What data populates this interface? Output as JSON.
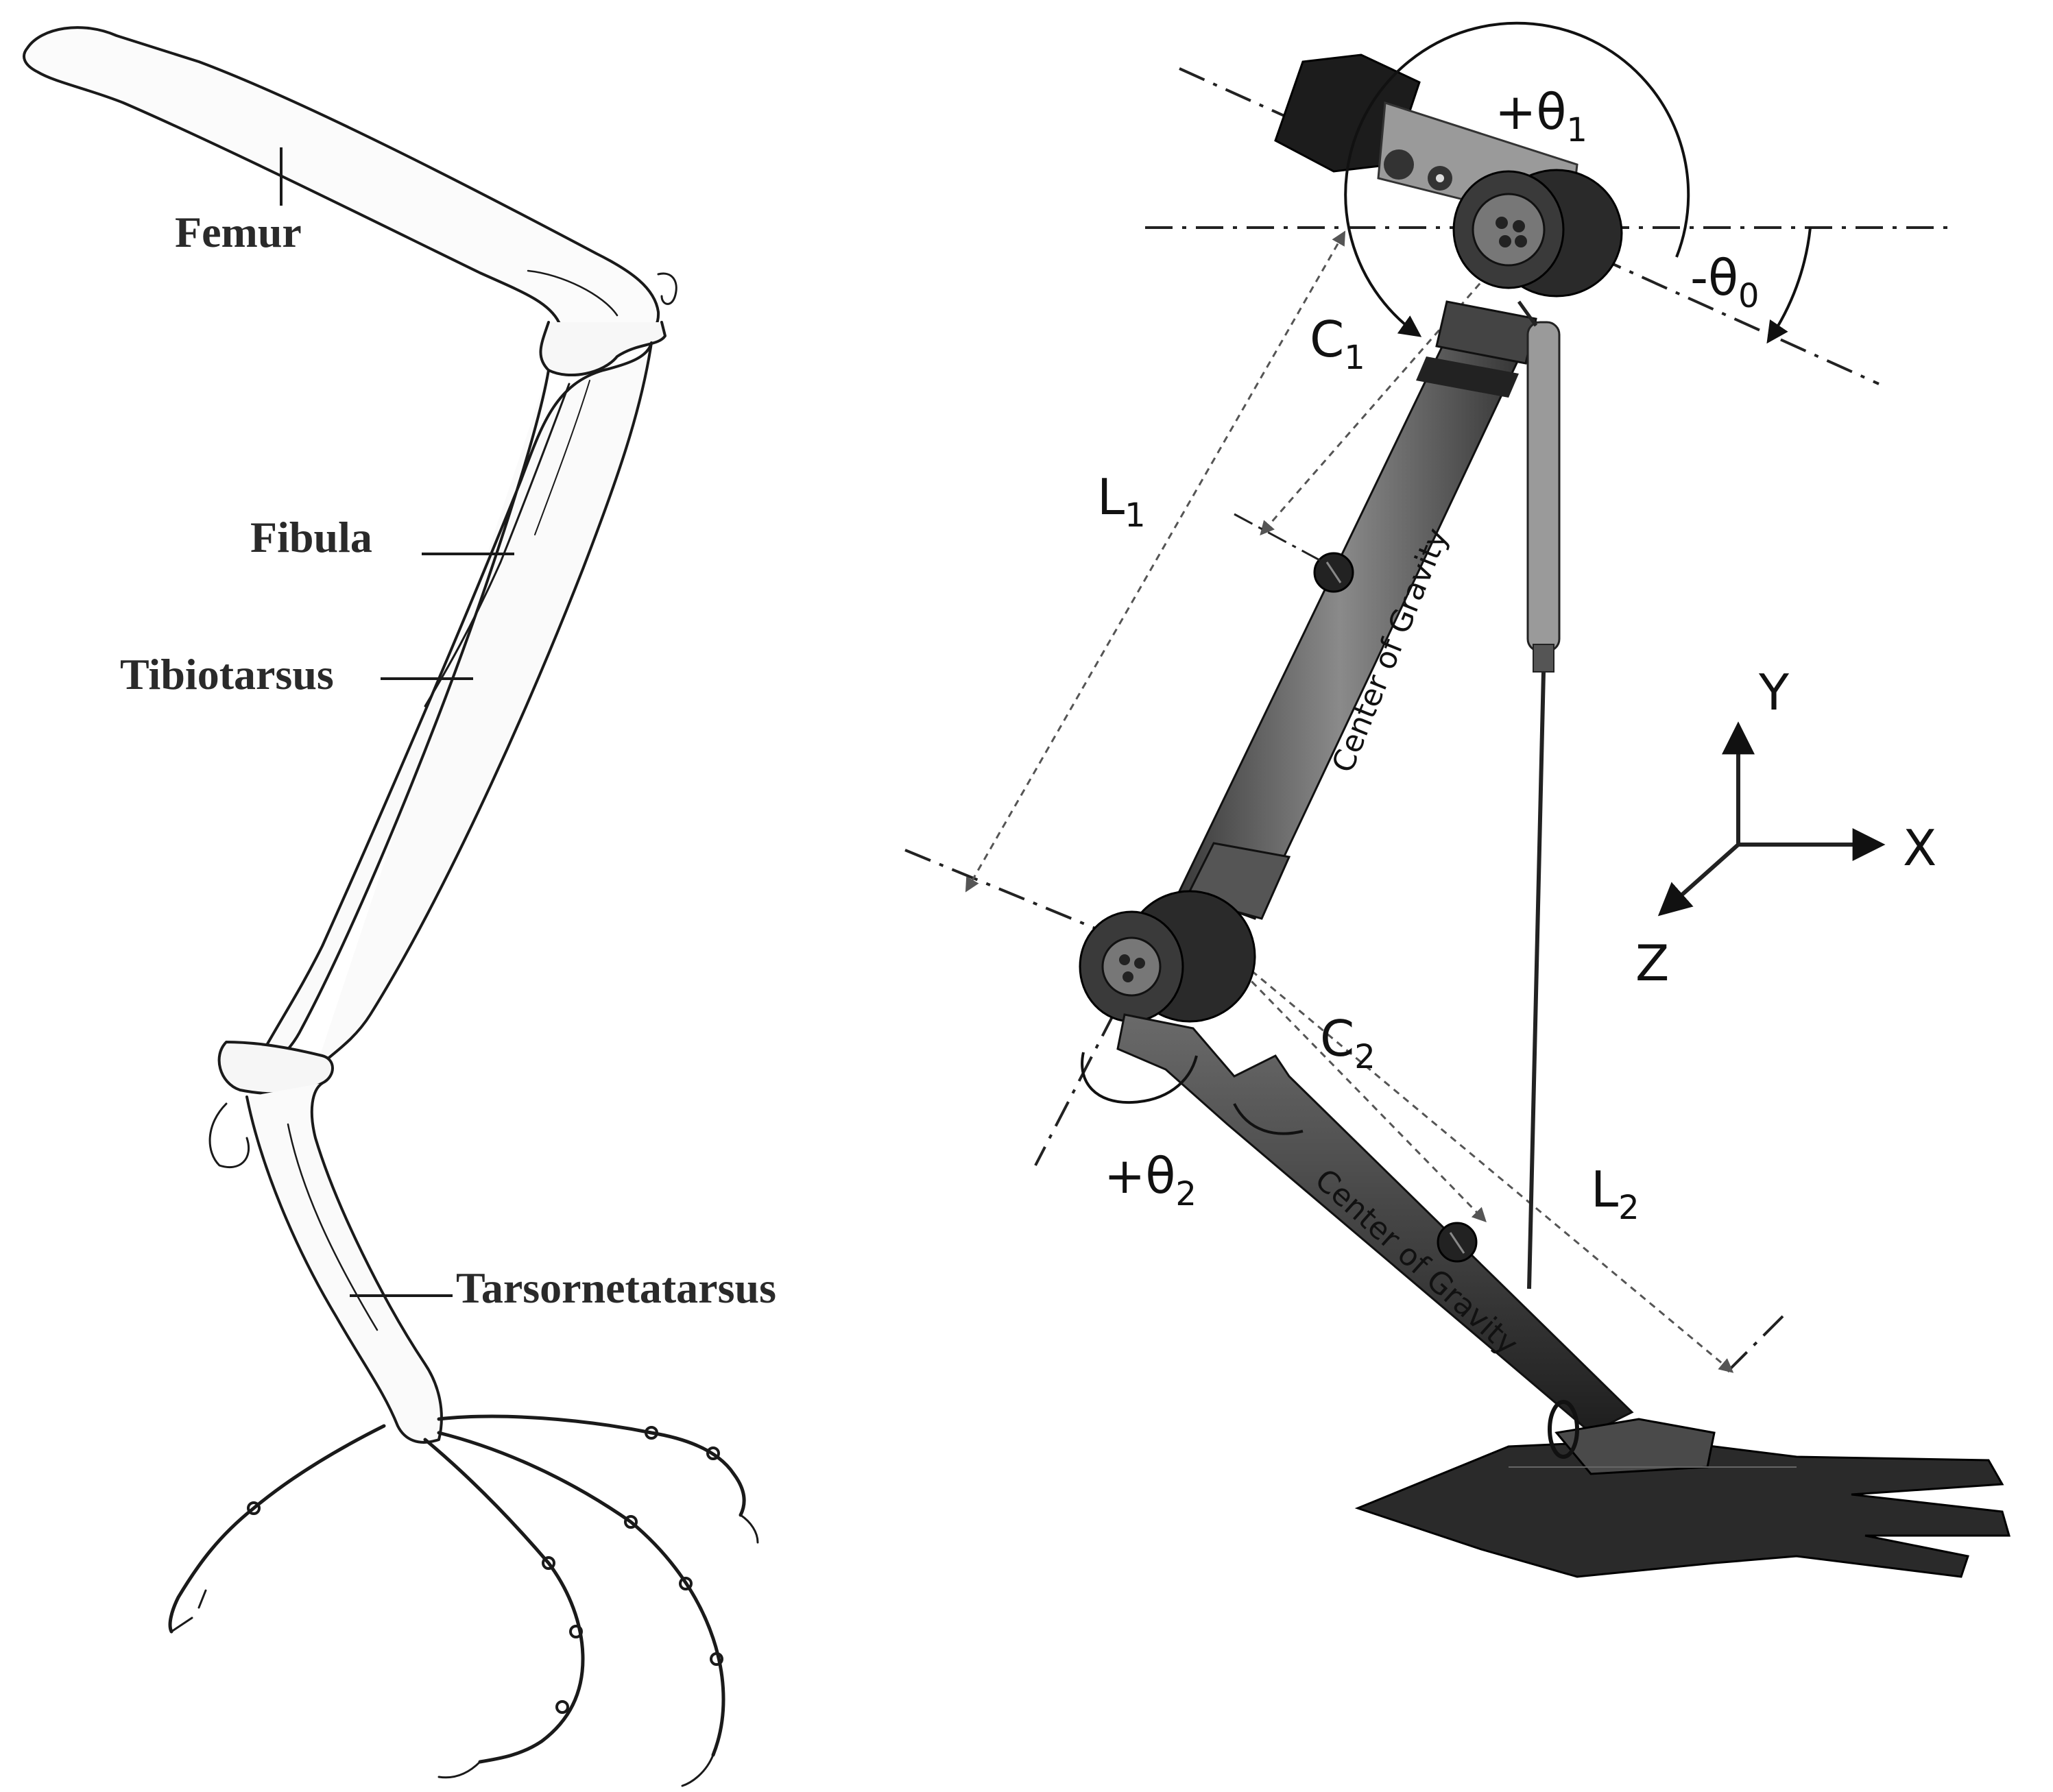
{
  "anatomy": {
    "femur": "Femur",
    "fibula": "Fibula",
    "tibiotarsus": "Tibiotarsus",
    "tarsometatarsus": "Tarsornetatarsus"
  },
  "robot": {
    "theta1": {
      "base": "+θ",
      "sub": "1"
    },
    "theta0": {
      "base": "-θ",
      "sub": "0"
    },
    "theta2": {
      "base": "+θ",
      "sub": "2"
    },
    "c1": {
      "base": "C",
      "sub": "1"
    },
    "c2": {
      "base": "C",
      "sub": "2"
    },
    "l1": {
      "base": "L",
      "sub": "1"
    },
    "l2": {
      "base": "L",
      "sub": "2"
    },
    "cog_upper": "Center of Gravity",
    "cog_lower": "Center of Gravity"
  },
  "axes": {
    "x": "X",
    "y": "Y",
    "z": "Z"
  }
}
